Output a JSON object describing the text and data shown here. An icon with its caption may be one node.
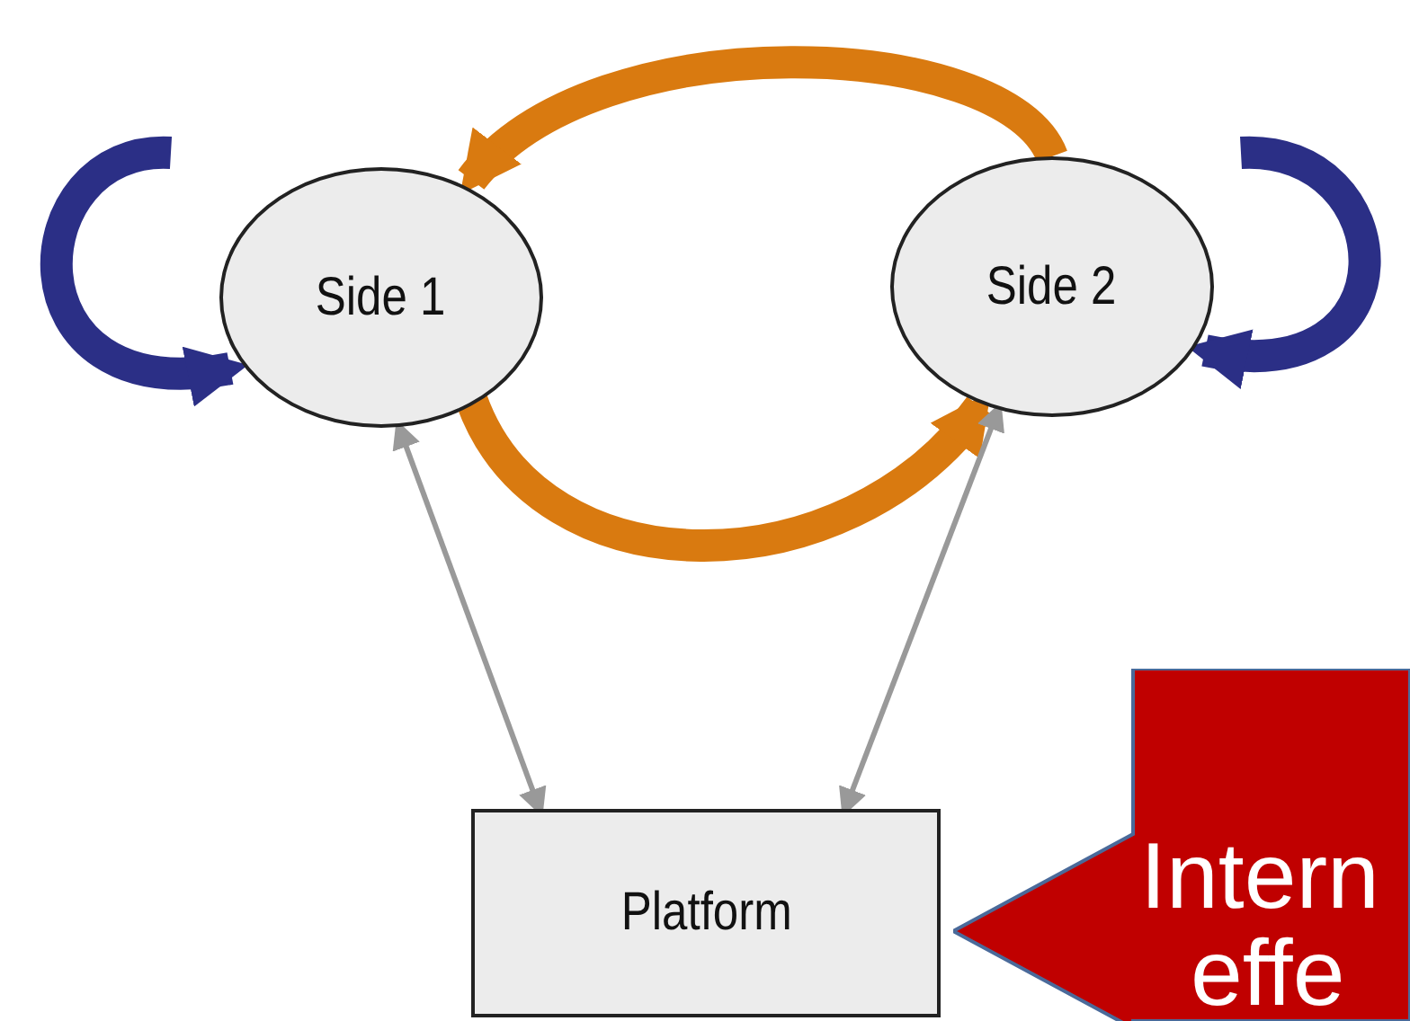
{
  "diagram": {
    "nodes": [
      {
        "text": [
          "Side 1"
        ]
      },
      {
        "text": [
          "Side 2"
        ]
      },
      {
        "text": [
          "Platform"
        ]
      },
      {
        "text": [
          "Intern",
          "effe"
        ]
      }
    ],
    "edges": [
      {
        "from": 1,
        "to": 0,
        "arrow": "to",
        "color": "#d97a10"
      },
      {
        "from": 0,
        "to": 1,
        "arrow": "to",
        "color": "#d97a10"
      },
      {
        "from": null,
        "to": 0,
        "arrow": "to",
        "color": "#2b2f86"
      },
      {
        "from": null,
        "to": 1,
        "arrow": "to",
        "color": "#2b2f86"
      },
      {
        "from": 0,
        "to": 2,
        "arrow": "both",
        "color": "#999999"
      },
      {
        "from": 1,
        "to": 2,
        "arrow": "both",
        "color": "#999999"
      }
    ]
  }
}
